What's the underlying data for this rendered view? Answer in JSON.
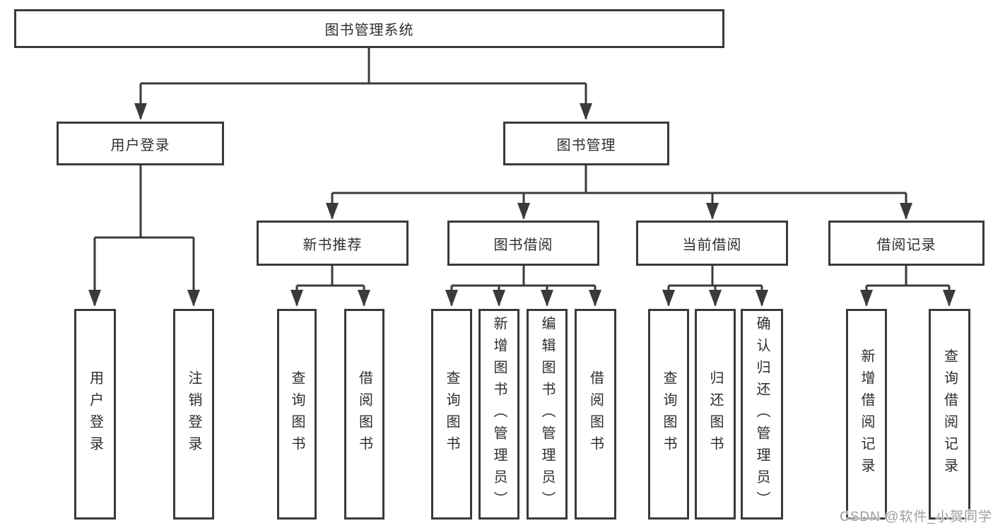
{
  "tree": {
    "label": "图书管理系统",
    "children": [
      {
        "label": "用户登录",
        "children": [
          {
            "label": "用户登录"
          },
          {
            "label": "注销登录"
          }
        ]
      },
      {
        "label": "图书管理",
        "children": [
          {
            "label": "新书推荐",
            "children": [
              {
                "label": "查询图书"
              },
              {
                "label": "借阅图书"
              }
            ]
          },
          {
            "label": "图书借阅",
            "children": [
              {
                "label": "查询图书"
              },
              {
                "label": "新增图书（管理员）"
              },
              {
                "label": "编辑图书（管理员）"
              },
              {
                "label": "借阅图书"
              }
            ]
          },
          {
            "label": "当前借阅",
            "children": [
              {
                "label": "查询图书"
              },
              {
                "label": "归还图书"
              },
              {
                "label": "确认归还（管理员）"
              }
            ]
          },
          {
            "label": "借阅记录",
            "children": [
              {
                "label": "新增借阅记录"
              },
              {
                "label": "查询借阅记录"
              }
            ]
          }
        ]
      }
    ]
  },
  "watermark": {
    "text": "CSDN @软件_小贺同学"
  },
  "colors": {
    "background": "#ffffff",
    "box_border": "#3a3a3a",
    "line": "#3a3a3a",
    "text": "#2e2e2e",
    "watermark_text": "#9e9e9e"
  }
}
